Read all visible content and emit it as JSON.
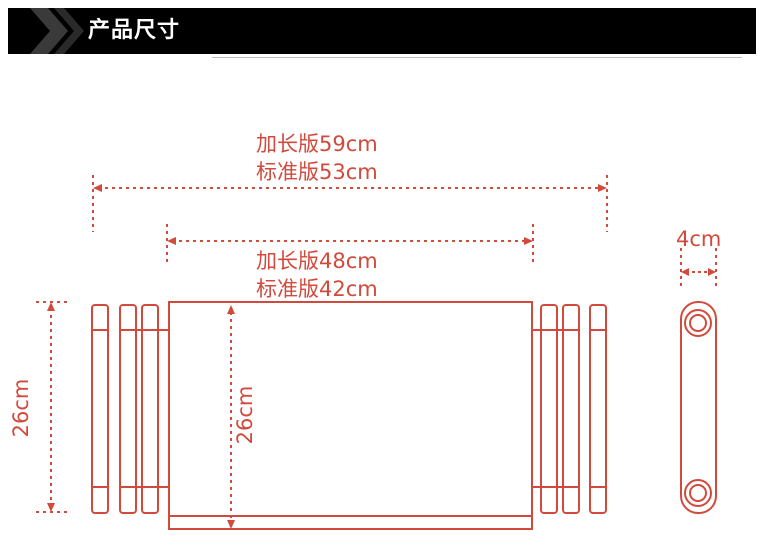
{
  "header": {
    "title": "产品尺寸"
  },
  "labels": {
    "outer_long": "加长版59cm",
    "outer_std": "标准版53cm",
    "inner_long": "加长版48cm",
    "inner_std": "标准版42cm",
    "height_left": "26cm",
    "height_center": "26cm",
    "depth": "4cm"
  },
  "colors": {
    "line": "#d24a3c",
    "header_bg": "#000000",
    "header_text": "#ffffff"
  }
}
